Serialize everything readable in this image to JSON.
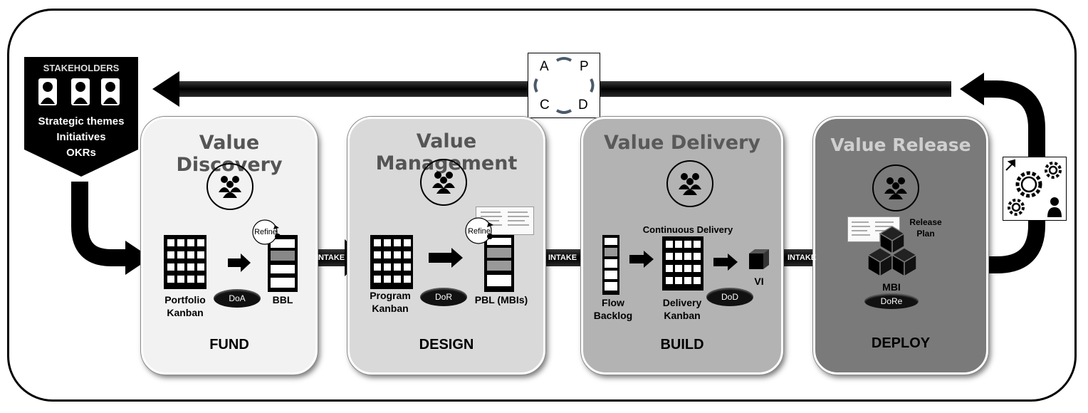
{
  "stakeholders": {
    "title": "STAKEHOLDERS",
    "lines": [
      "Strategic themes",
      "Initiatives",
      "OKRs"
    ]
  },
  "pdca": {
    "a": "A",
    "p": "P",
    "c": "C",
    "d": "D"
  },
  "stages": [
    {
      "title": "Value Discovery",
      "phase": "FUND"
    },
    {
      "title": "Value Management",
      "phase": "DESIGN"
    },
    {
      "title": "Value Delivery",
      "phase": "BUILD"
    },
    {
      "title": "Value Release",
      "phase": "DEPLOY"
    }
  ],
  "intake": [
    "INTAKE",
    "INTAKE",
    "INTAKE"
  ],
  "discovery": {
    "kanban": "Portfolio Kanban",
    "dod": "DoA",
    "backlog": "BBL",
    "refine": "Refine"
  },
  "management": {
    "kanban": "Program Kanban",
    "dod": "DoR",
    "backlog": "PBL (MBIs)",
    "refine": "Refine"
  },
  "delivery": {
    "continuous": "Continuous Delivery",
    "backlog": "Flow Backlog",
    "kanban": "Delivery Kanban",
    "dod": "DoD",
    "vi": "VI"
  },
  "release": {
    "plan": "Release Plan",
    "mbi": "MBI",
    "dod": "DoRe"
  },
  "colors": {
    "stage1": "#f2f2f2",
    "stage2": "#d9d9d9",
    "stage3": "#b3b3b3",
    "stage4": "#7a7a7a",
    "title1": "#555555",
    "title2": "#555555",
    "title3": "#595959",
    "title4": "#cfcfcf"
  }
}
